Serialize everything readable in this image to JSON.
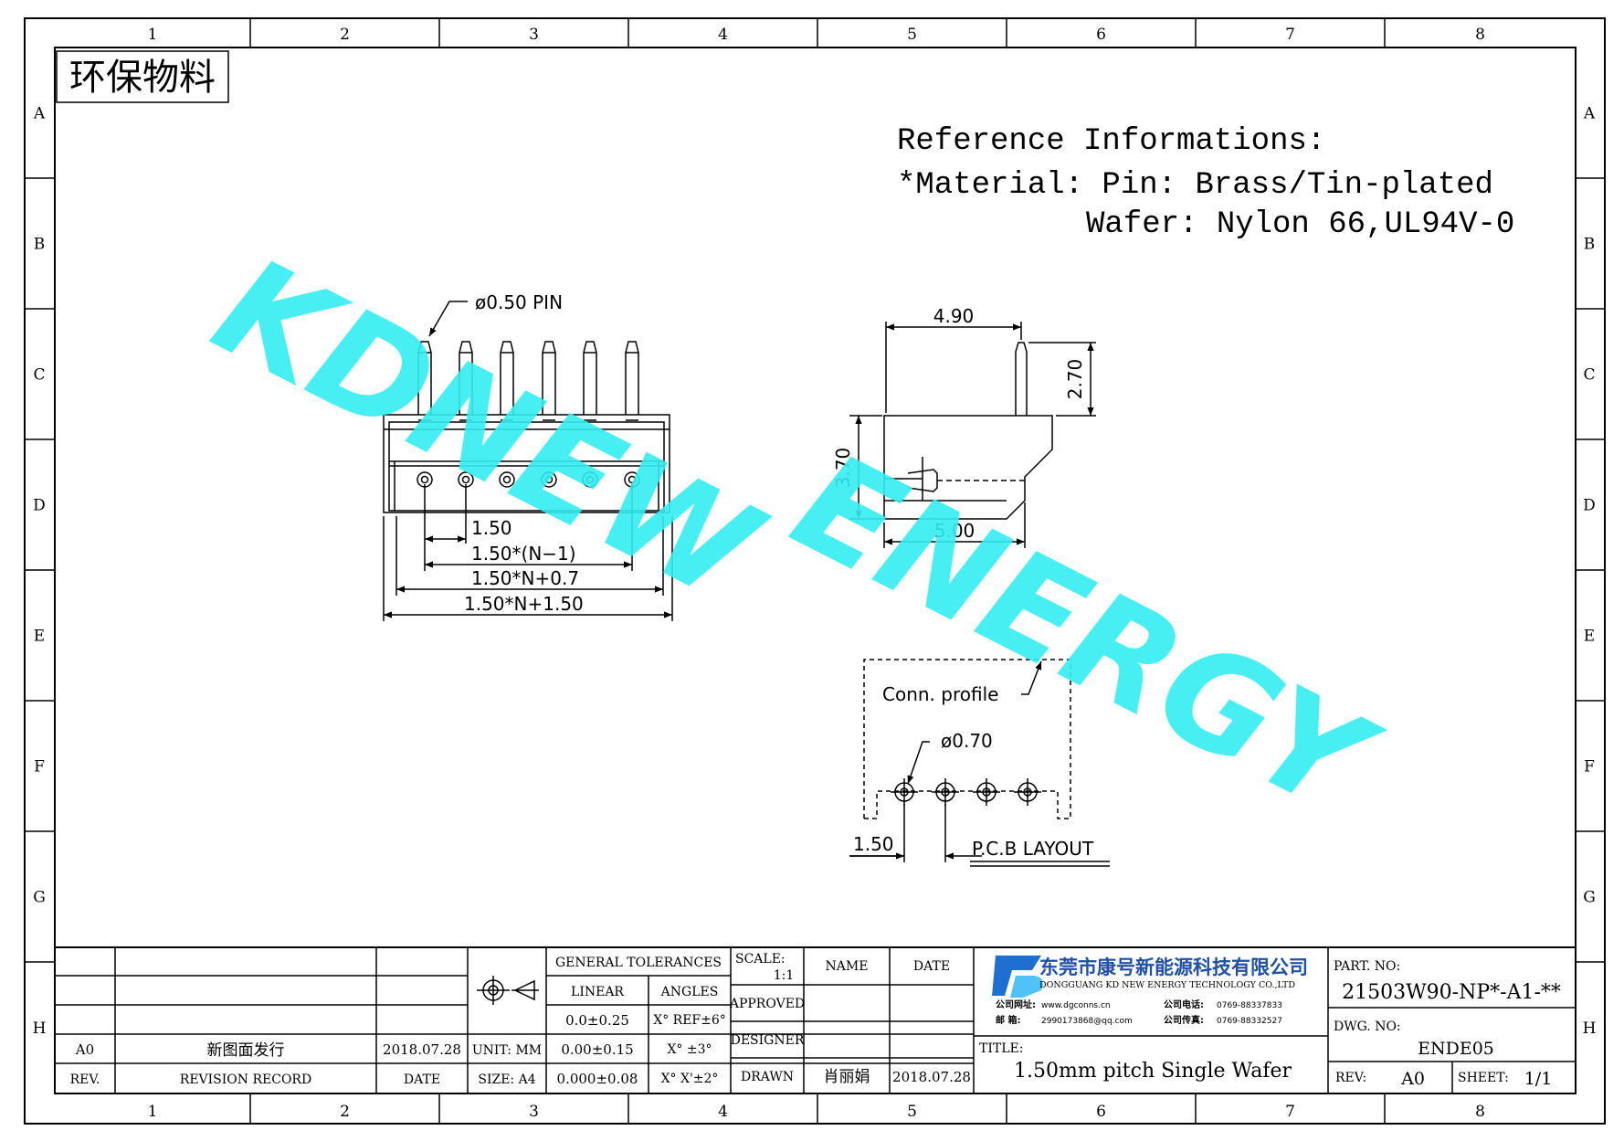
{
  "frame": {
    "col_numbers": [
      "1",
      "2",
      "3",
      "4",
      "5",
      "6",
      "7",
      "8"
    ],
    "row_letters": [
      "A",
      "B",
      "C",
      "D",
      "E",
      "F",
      "G",
      "H"
    ]
  },
  "stamp": "环保物料",
  "watermark": {
    "line1": "KDNEW",
    "line2": "ENERGY",
    "color": "#33eef2"
  },
  "reference": {
    "heading": "Reference Informations:",
    "material_line": "*Material: Pin: Brass/Tin-plated",
    "wafer_line": "Wafer: Nylon 66,UL94V-0"
  },
  "front_view": {
    "pin_callout": "ø0.50 PIN",
    "dim_pitch": "1.50",
    "dim_pitch_n1": "1.50*(N−1)",
    "dim_n07": "1.50*N+0.7",
    "dim_n150": "1.50*N+1.50"
  },
  "side_view": {
    "dim_top": "4.90",
    "dim_pin": "2.70",
    "dim_height": "3.70",
    "dim_bottom": "5.00"
  },
  "pcb_layout": {
    "profile_label": "Conn. profile",
    "hole_callout": "ø0.70",
    "pitch": "1.50",
    "title": "P.C.B LAYOUT"
  },
  "title_block": {
    "rev_row": {
      "rev": "A0",
      "record": "新图面发行",
      "date": "2018.07.28"
    },
    "headers": {
      "rev": "REV.",
      "record": "REVISION RECORD",
      "date": "DATE"
    },
    "unit_label": "UNIT: MM",
    "size_label": "SIZE: A4",
    "general_tolerances": "GENERAL TOLERANCES",
    "linear": "LINEAR",
    "angles": "ANGLES",
    "lin1": "0.0±0.25",
    "lin2": "0.00±0.15",
    "lin3": "0.000±0.08",
    "ang1": "X° REF±6°",
    "ang2": "X° ±3°",
    "ang3": "X° X'±2°",
    "scale_label": "SCALE:",
    "scale_value": "1:1",
    "name_label": "NAME",
    "date_label": "DATE",
    "approved": "APPROVED",
    "designer": "DESIGNER",
    "drawn": "DRAWN",
    "drawn_name": "肖丽娟",
    "drawn_date": "2018.07.28",
    "company_cn": "东莞市康号新能源科技有限公司",
    "company_en": "DONGGUANG KD NEW ENERGY TECHNOLOGY CO.,LTD",
    "web_label": "公司网址:",
    "web": "www.dgconns.cn",
    "phone_label": "公司电话:",
    "phone": "0769-88337833",
    "email_label": "邮 箱:",
    "email": "2990173868@qq.com",
    "fax_label": "公司传真:",
    "fax": "0769-88332527",
    "title_label": "TITLE:",
    "title": "1.50mm pitch Single Wafer",
    "part_label": "PART. NO:",
    "part_no": "21503W90-NP*-A1-**",
    "dwg_label": "DWG. NO:",
    "dwg_no": "ENDE05",
    "rev_label": "REV:",
    "rev_value": "A0",
    "sheet_label": "SHEET:",
    "sheet_value": "1/1",
    "logo_color": "#1e6fd0",
    "company_color": "#1f4fa6"
  }
}
